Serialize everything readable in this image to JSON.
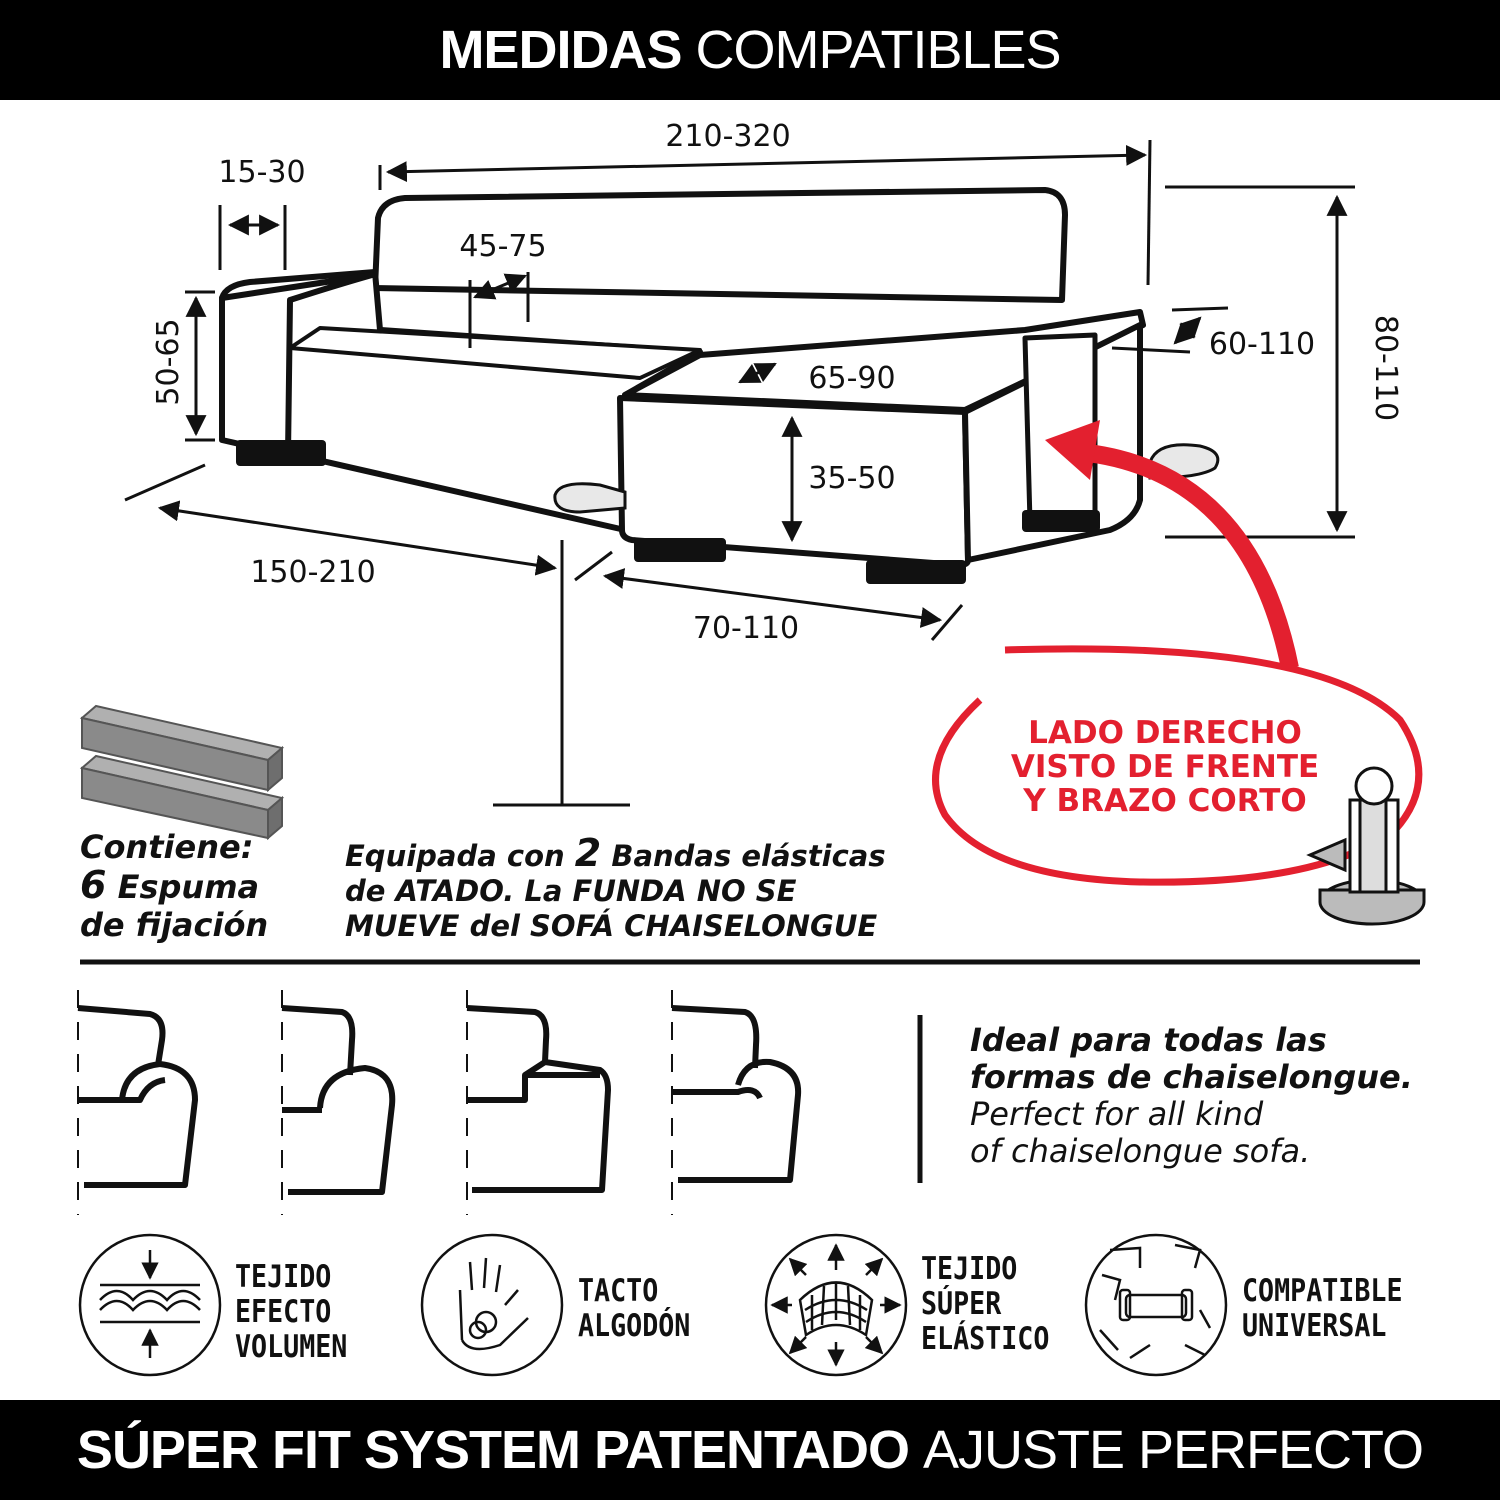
{
  "header": {
    "title_bold": "MEDIDAS",
    "title_light": "COMPATIBLES"
  },
  "dimensions": {
    "total_width": "210-320",
    "arm_width": "15-30",
    "seat_depth": "45-75",
    "arm_height": "50-65",
    "chaise_seat_width": "65-90",
    "chaise_depth": "60-110",
    "back_height": "80-110",
    "seat_height": "35-50",
    "sofa_depth": "150-210",
    "chaise_width": "70-110"
  },
  "side_label": {
    "line1": "LADO DERECHO",
    "line2": "VISTO DE FRENTE",
    "line3": "Y BRAZO CORTO"
  },
  "contents": {
    "line1": "Contiene:",
    "count": "6",
    "line2_rest": "Espuma",
    "line3": "de fijación"
  },
  "bands": {
    "line1_pre": "Equipada con",
    "count": "2",
    "line1_post": "Bandas elásticas",
    "line2": "de ATADO. La FUNDA NO SE",
    "line3": "MUEVE del SOFÁ CHAISELONGUE"
  },
  "ideal": {
    "es_line1": "Ideal para todas las",
    "es_line2": "formas de chaiselongue.",
    "en_line1": "Perfect for all kind",
    "en_line2": "of chaiselongue sofa."
  },
  "features": [
    {
      "icon": "fabric-volume-icon",
      "lines": [
        "TEJIDO",
        "EFECTO",
        "VOLUMEN"
      ]
    },
    {
      "icon": "hand-cotton-icon",
      "lines": [
        "TACTO",
        "ALGODÓN"
      ]
    },
    {
      "icon": "stretch-mesh-icon",
      "lines": [
        "TEJIDO",
        "SÚPER",
        "ELÁSTICO"
      ]
    },
    {
      "icon": "universal-sofas-icon",
      "lines": [
        "COMPATIBLE",
        "UNIVERSAL"
      ]
    }
  ],
  "footer": {
    "title_bold": "SÚPER FIT SYSTEM PATENTADO",
    "title_light": "AJUSTE PERFECTO"
  },
  "colors": {
    "accent_red": "#e3202f",
    "banner": "#000000",
    "foam_grey": "#8a8a8a"
  }
}
